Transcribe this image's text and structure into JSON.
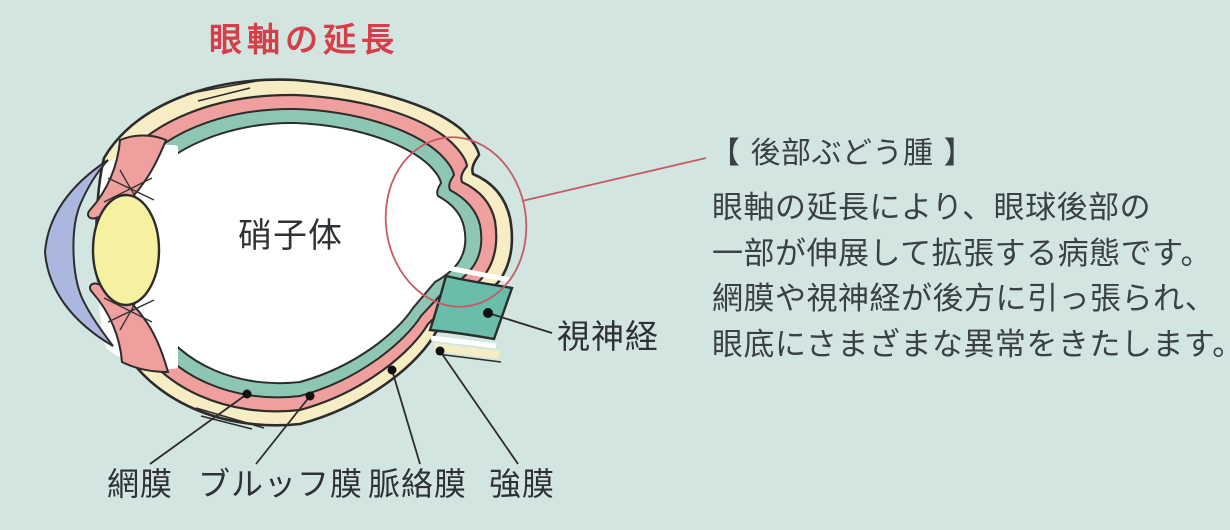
{
  "title": "眼軸の延長",
  "diagram": {
    "vitreous_label": "硝子体",
    "optic_nerve_label": "視神経",
    "membrane_labels": [
      "網膜",
      "ブルッフ膜",
      "脈絡膜",
      "強膜"
    ]
  },
  "callout": {
    "heading": "【 後部ぶどう腫 】",
    "body_lines": [
      "眼軸の延長により、眼球後部の",
      "一部が伸展して拡張する病態です。",
      "網膜や視神経が後方に引っ張られ、",
      "眼底にさまざまな異常をきたします。"
    ]
  },
  "colors": {
    "background": "#d3e5e1",
    "title_red": "#d63f4a",
    "annotation_red": "#c75b63",
    "sclera_cream": "#f7edc4",
    "choroid_pink": "#ef9f9d",
    "retina_teal": "#8dc6b3",
    "optic_nerve_teal": "#6abcab",
    "lens_yellow": "#f5f1a0",
    "cornea_blue": "#abb7de",
    "outline_dark": "#2c2c2c",
    "text_dark": "#3a4144"
  }
}
